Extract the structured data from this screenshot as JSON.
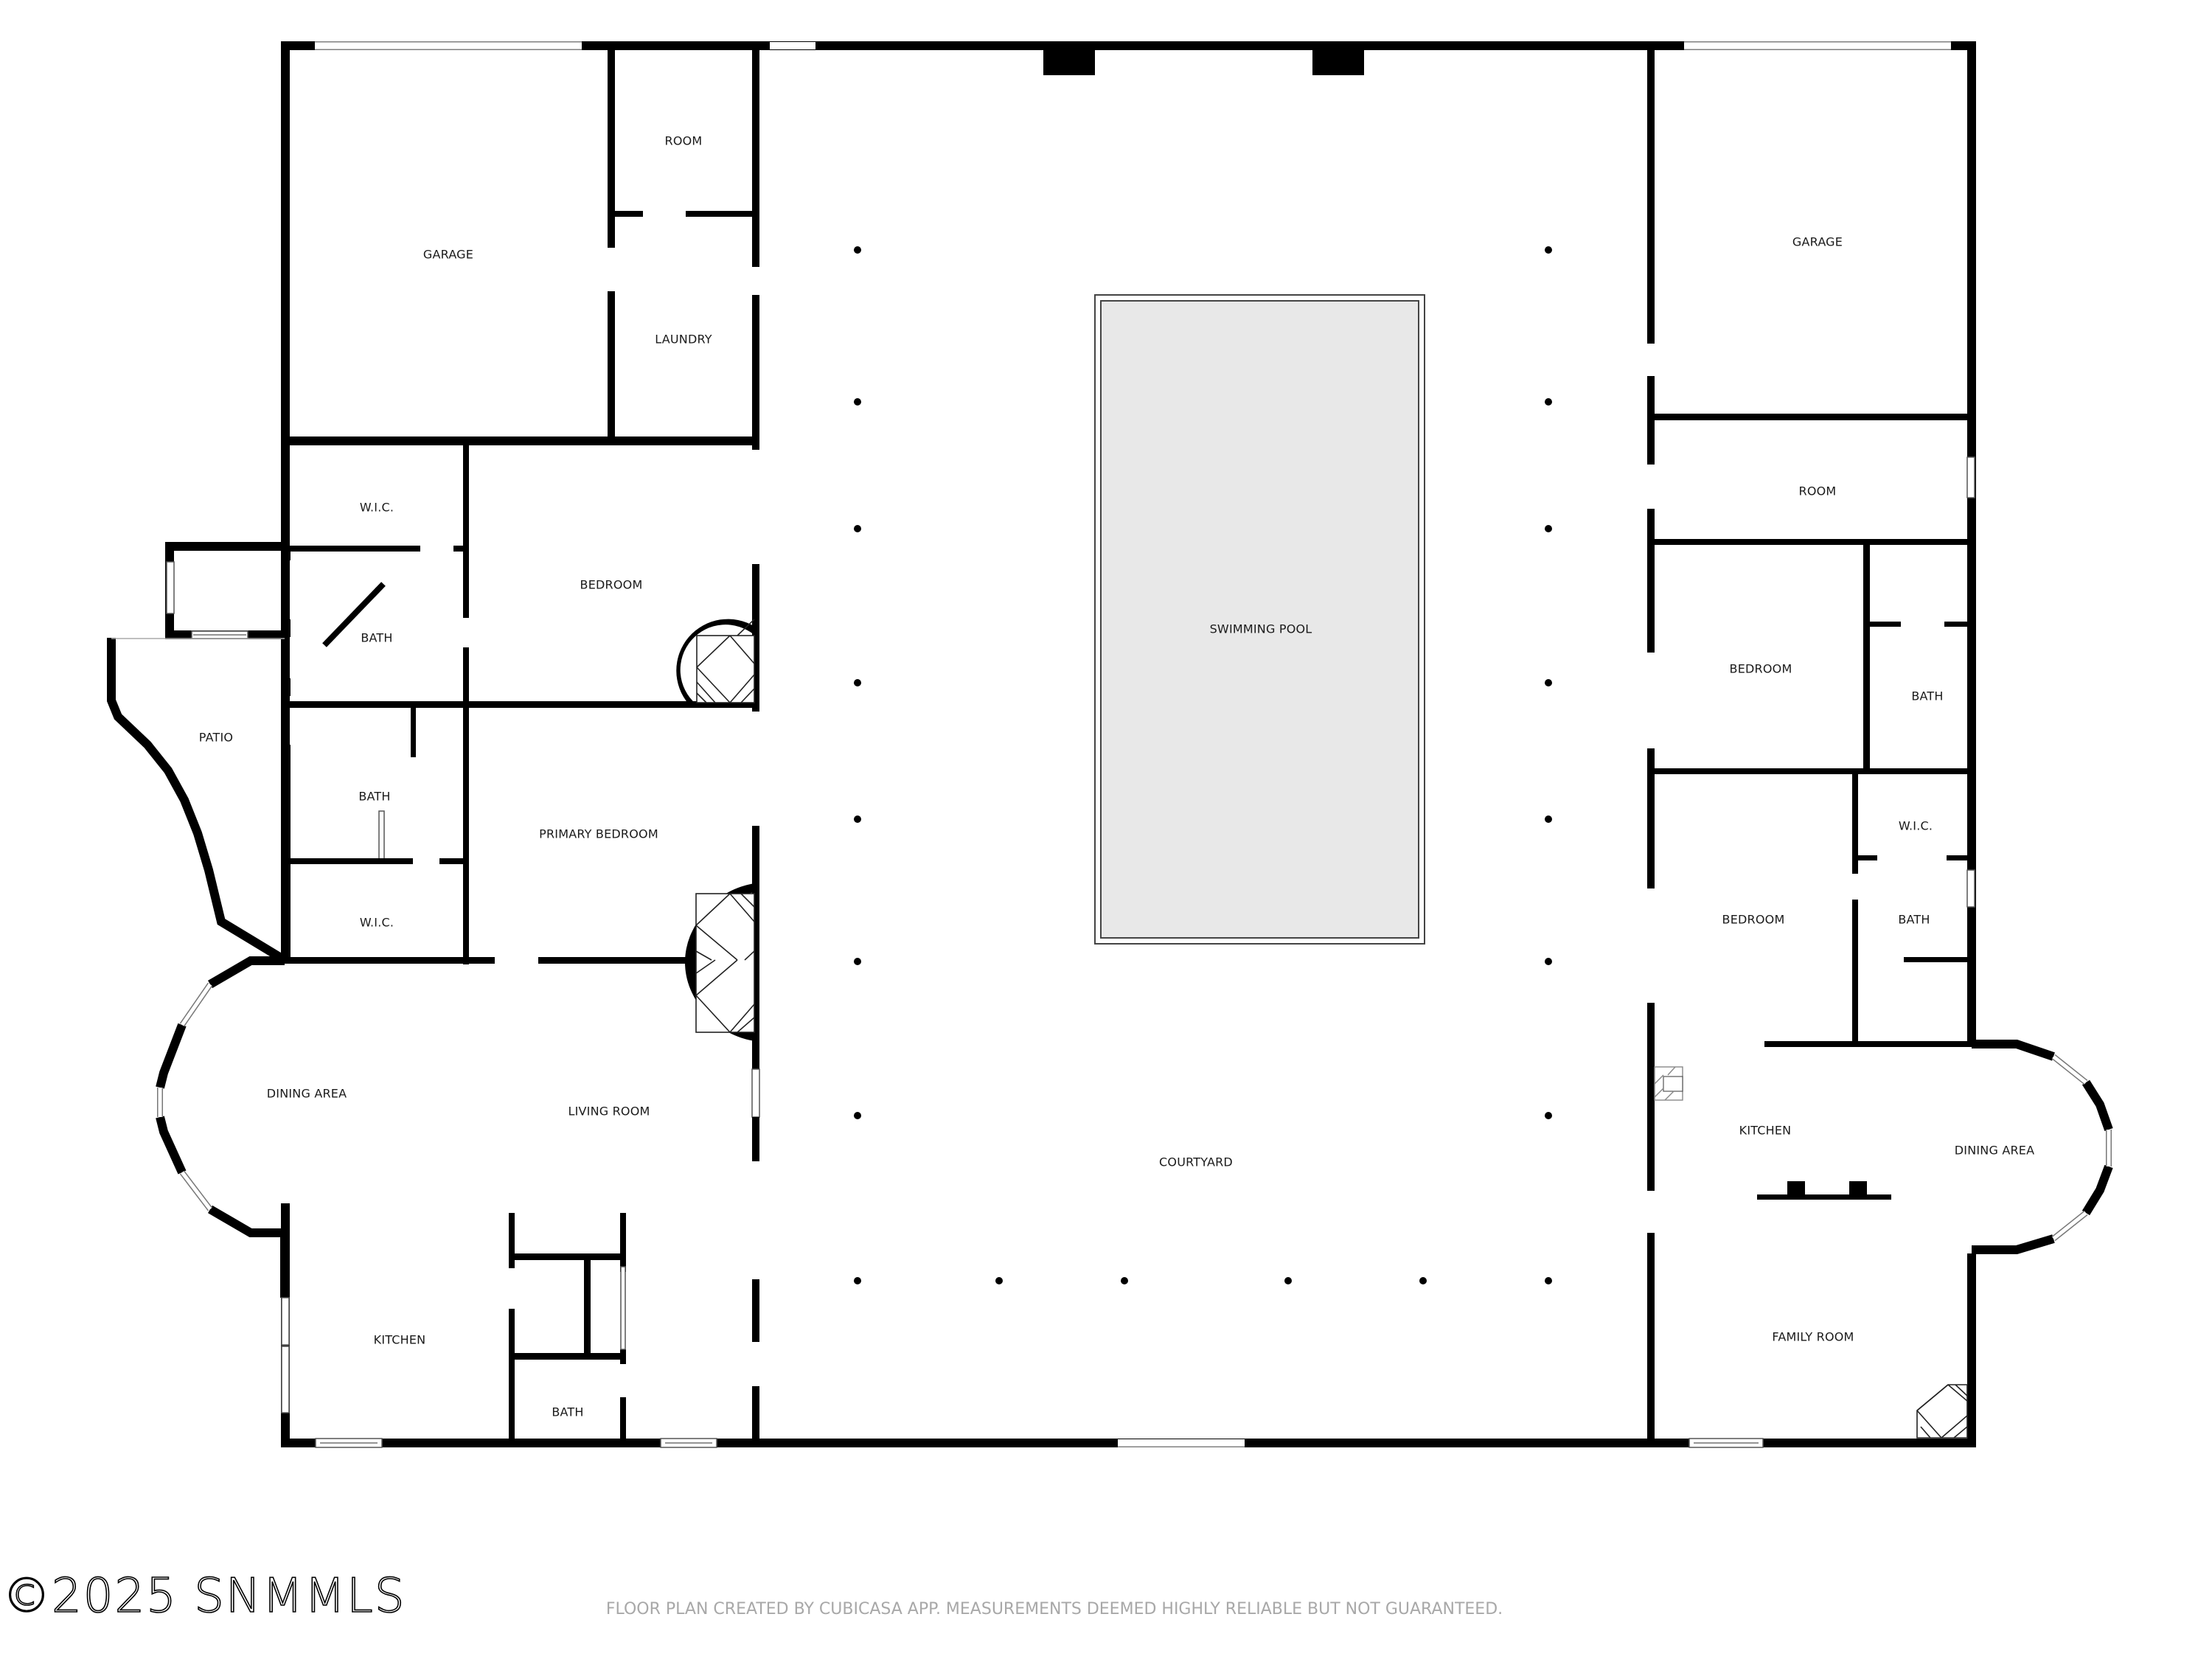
{
  "plan": {
    "footer_disclaimer": "FLOOR PLAN CREATED BY CUBICASA APP. MEASUREMENTS DEEMED HIGHLY RELIABLE BUT NOT GUARANTEED.",
    "watermark": "©2025 SNMMLS",
    "colors": {
      "wall": "#000000",
      "pool_fill": "#e8e8e8",
      "background": "#ffffff",
      "disclaimer": "#a8a8a8"
    }
  },
  "rooms": {
    "garage_west": "GARAGE",
    "room_west": "ROOM",
    "laundry": "LAUNDRY",
    "wic_west_upper": "W.I.C.",
    "bath_west_upper": "BATH",
    "bedroom_west": "BEDROOM",
    "patio": "PATIO",
    "bath_west_lower": "BATH",
    "primary_bedroom": "PRIMARY BEDROOM",
    "wic_west_lower": "W.I.C.",
    "dining_area_west": "DINING AREA",
    "living_room": "LIVING ROOM",
    "kitchen_west": "KITCHEN",
    "bath_west_hall": "BATH",
    "swimming_pool": "SWIMMING POOL",
    "courtyard": "COURTYARD",
    "garage_east": "GARAGE",
    "room_east": "ROOM",
    "bedroom_east_upper": "BEDROOM",
    "bath_east_upper": "BATH",
    "wic_east": "W.I.C.",
    "bedroom_east_lower": "BEDROOM",
    "bath_east_lower": "BATH",
    "kitchen_east": "KITCHEN",
    "dining_area_east": "DINING AREA",
    "family_room": "FAMILY ROOM"
  }
}
